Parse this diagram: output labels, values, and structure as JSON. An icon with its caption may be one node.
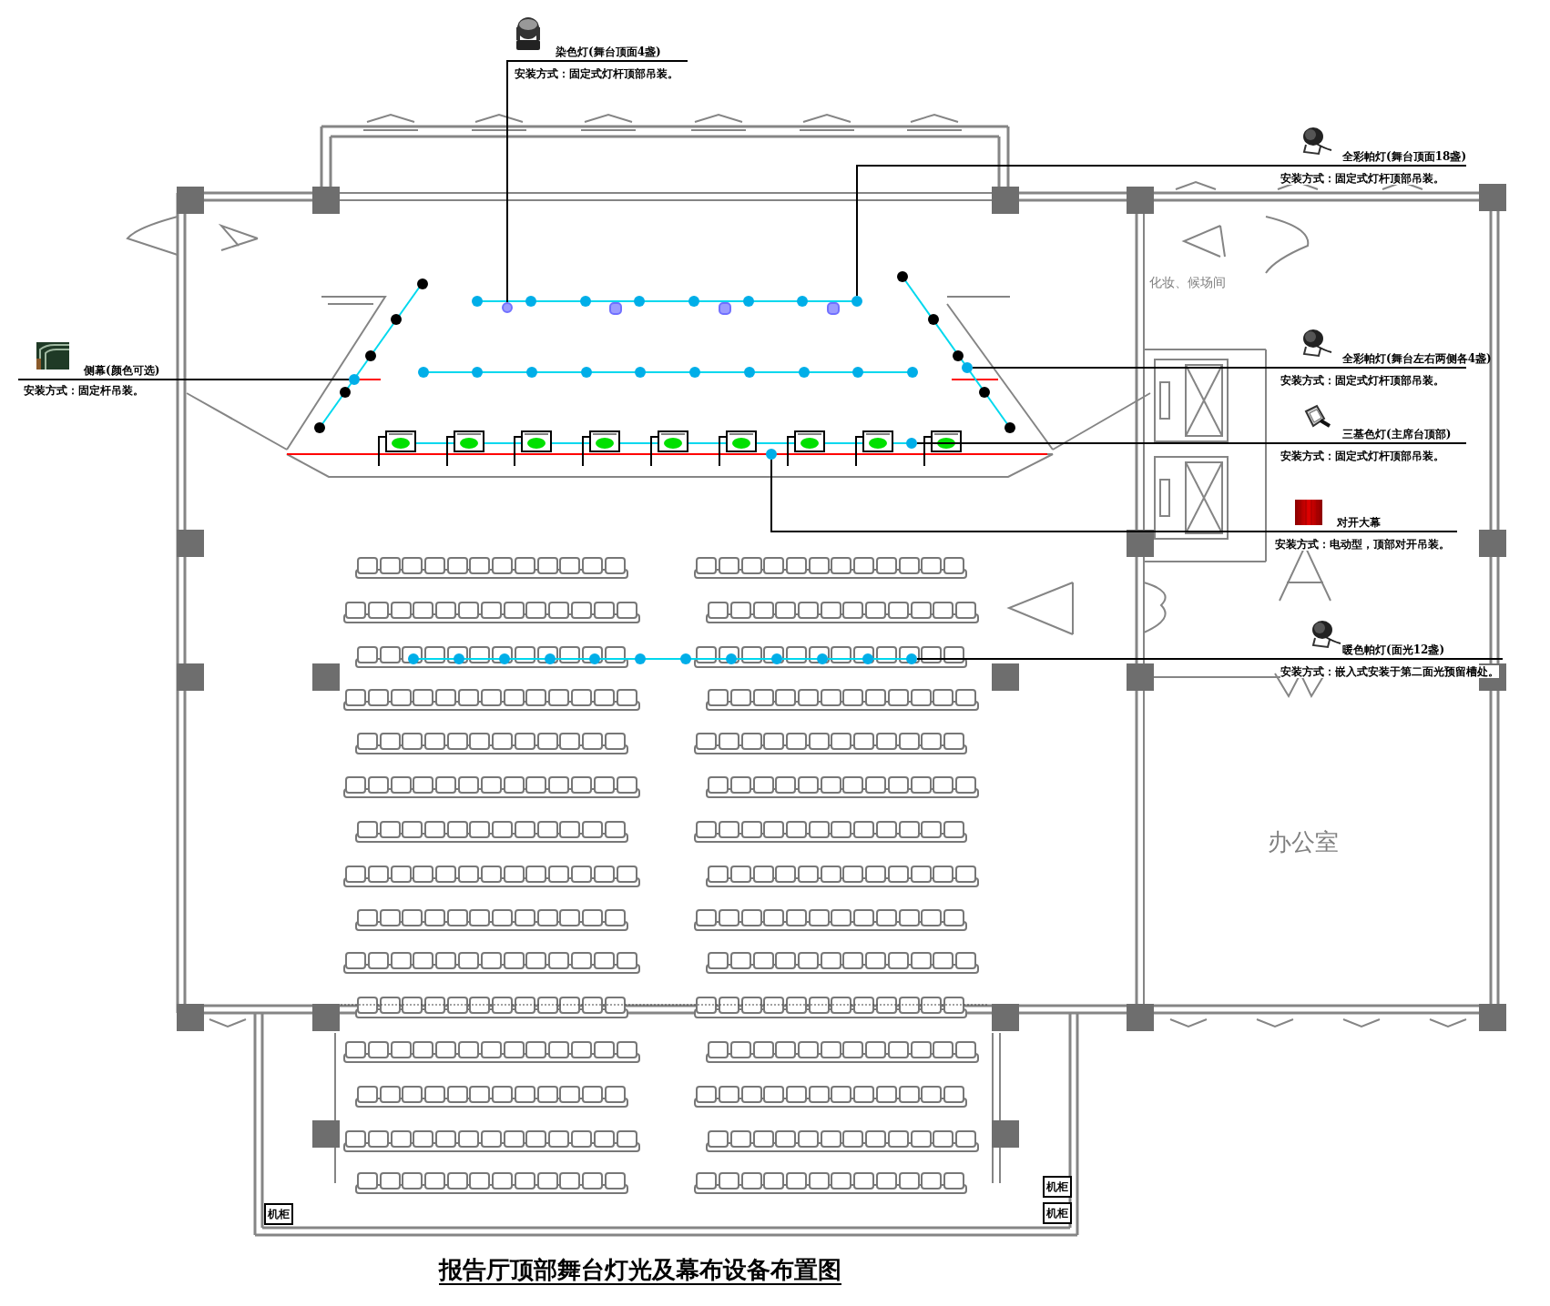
{
  "diagram": {
    "title": "报告厅顶部舞台灯光及幕布设备布置图",
    "nodes": [
      {
        "text": [
          "染色灯(舞台顶面4盏)",
          "安装方式：固定式灯杆顶部吊装。"
        ]
      },
      {
        "text": [
          "全彩帕灯(舞台顶面18盏)",
          "安装方式：固定式灯杆顶部吊装。"
        ]
      },
      {
        "text": [
          "全彩帕灯(舞台左右两侧各4盏)",
          "安装方式：固定式灯杆顶部吊装。"
        ]
      },
      {
        "text": [
          "三基色灯(主席台顶部)",
          "安装方式：固定式灯杆顶部吊装。"
        ]
      },
      {
        "text": [
          "对开大幕",
          "安装方式：电动型，顶部对开吊装。"
        ]
      },
      {
        "text": [
          "暖色帕灯(面光12盏)",
          "安装方式：嵌入式安装于第二面光预留槽处。"
        ]
      },
      {
        "text": [
          "侧幕(颜色可选)",
          "安装方式：固定杆吊装。"
        ]
      },
      {
        "text": [],
        "shape": "circle"
      },
      {
        "text": [],
        "shape": "circle"
      },
      {
        "text": [],
        "shape": "circle"
      },
      {
        "text": [],
        "shape": "circle"
      },
      {
        "text": [],
        "shape": "circle"
      },
      {
        "text": [],
        "shape": "circle"
      },
      {
        "text": [],
        "shape": "circle"
      }
    ],
    "edges": [
      {
        "from": 0,
        "to": 7,
        "arrow": "none"
      },
      {
        "from": 1,
        "to": 8,
        "arrow": "none"
      },
      {
        "from": 2,
        "to": 9,
        "arrow": "none"
      },
      {
        "from": 3,
        "to": 10,
        "arrow": "none"
      },
      {
        "from": 4,
        "to": 11,
        "arrow": "none"
      },
      {
        "from": 5,
        "to": 12,
        "arrow": "none"
      },
      {
        "from": 6,
        "to": 13,
        "arrow": "none"
      }
    ],
    "labels": [
      "化妆、候场间",
      "办公室",
      "机柜",
      "机柜",
      "机柜"
    ]
  }
}
